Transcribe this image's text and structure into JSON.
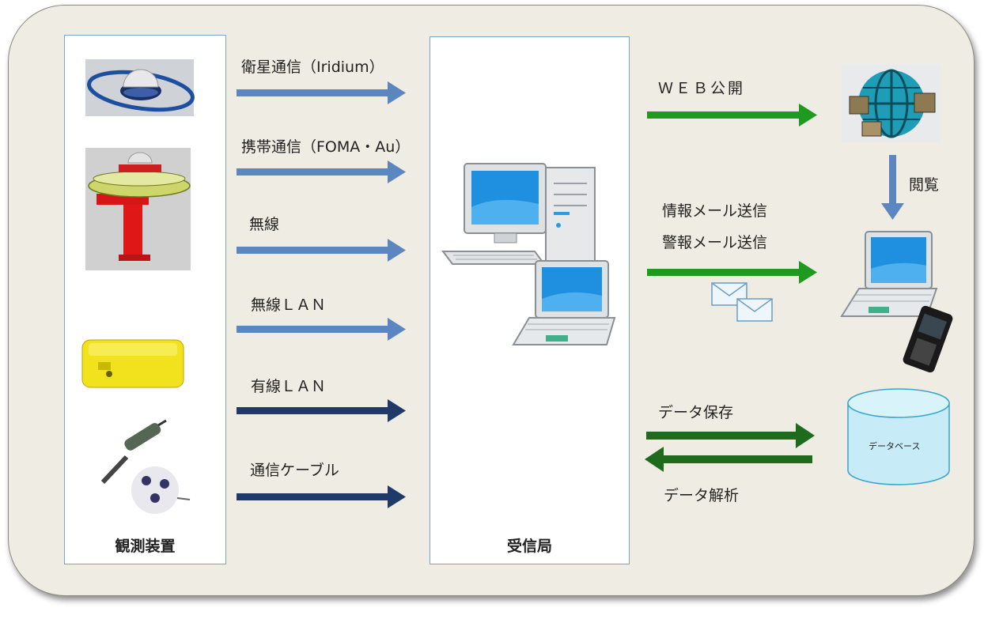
{
  "left_panel": {
    "label": "観測装置"
  },
  "center_panel": {
    "label": "受信局"
  },
  "links": [
    {
      "label": "衛星通信（Iridium）",
      "color": "#5b86c0"
    },
    {
      "label": "携帯通信（FOMA・Au）",
      "color": "#5b86c0"
    },
    {
      "label": "無線",
      "color": "#5b86c0"
    },
    {
      "label": "無線ＬＡＮ",
      "color": "#5b86c0"
    },
    {
      "label": "有線ＬＡＮ",
      "color": "#1f3a68"
    },
    {
      "label": "通信ケーブル",
      "color": "#1f3a68"
    }
  ],
  "right": {
    "web": "ＷＥＢ公開",
    "view": "閲覧",
    "info_mail": "情報メール送信",
    "alert_mail": "警報メール送信",
    "save": "データ保存",
    "analyze": "データ解析",
    "database": "データベース"
  },
  "colors": {
    "green": "#1f9a20",
    "dark_green": "#1e6b1e",
    "blue": "#5b86c0",
    "navy": "#1f3a68"
  }
}
